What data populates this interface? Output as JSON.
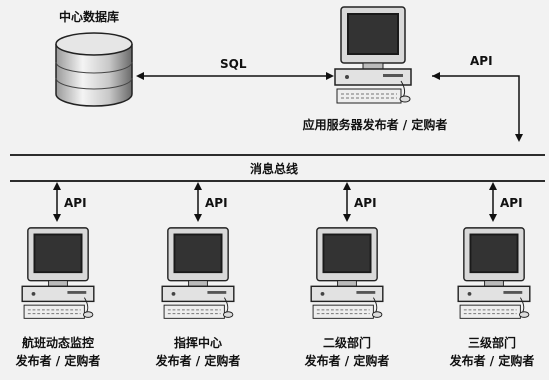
{
  "database": {
    "label": "中心数据库"
  },
  "app_server": {
    "label": "应用服务器发布者 / 定购者"
  },
  "connections": {
    "sql_label": "SQL",
    "api_label": "API"
  },
  "bus": {
    "label": "消息总线"
  },
  "clients": [
    {
      "name": "航班动态监控",
      "role": "发布者 / 定购者",
      "api": "API"
    },
    {
      "name": "指挥中心",
      "role": "发布者 / 定购者",
      "api": "API"
    },
    {
      "name": "二级部门",
      "role": "发布者 / 定购者",
      "api": "API"
    },
    {
      "name": "三级部门",
      "role": "发布者 / 定购者",
      "api": "API"
    }
  ],
  "icons": {
    "database": "database-icon",
    "computer": "computer-icon"
  }
}
